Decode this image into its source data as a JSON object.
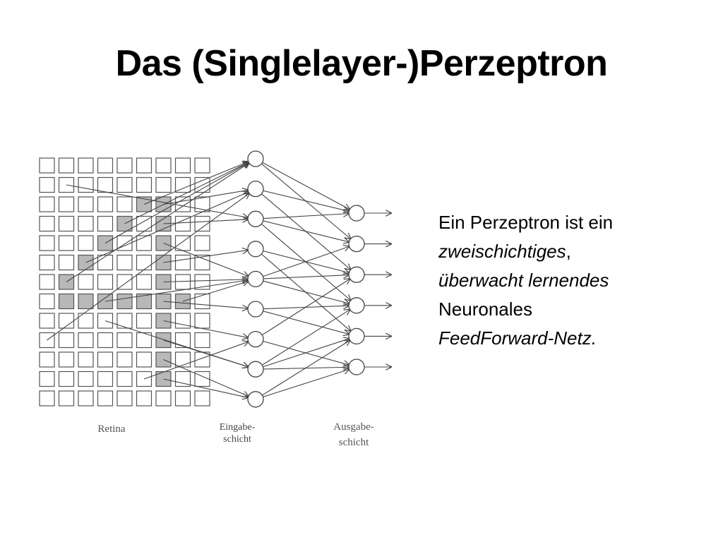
{
  "slide": {
    "title": "Das (Singlelayer-)Perzeptron"
  },
  "diagram": {
    "labels": {
      "retina": "Retina",
      "input_layer_line1": "Eingabe-",
      "input_layer_line2": "schicht",
      "output_layer_line1": "Ausgabe-",
      "output_layer_line2": "schicht"
    },
    "retina_grid": {
      "rows": 13,
      "cols": 9
    },
    "shaded_cells": [
      [
        2,
        5
      ],
      [
        2,
        6
      ],
      [
        3,
        4
      ],
      [
        3,
        6
      ],
      [
        4,
        3
      ],
      [
        4,
        6
      ],
      [
        5,
        2
      ],
      [
        5,
        6
      ],
      [
        6,
        1
      ],
      [
        6,
        6
      ],
      [
        7,
        1
      ],
      [
        7,
        2
      ],
      [
        7,
        3
      ],
      [
        7,
        4
      ],
      [
        7,
        5
      ],
      [
        7,
        6
      ],
      [
        7,
        7
      ],
      [
        8,
        6
      ],
      [
        9,
        6
      ],
      [
        10,
        6
      ],
      [
        11,
        6
      ]
    ],
    "input_neuron_count": 9,
    "output_neuron_count": 6,
    "colors": {
      "shaded": "#b8b8b8",
      "stroke": "#444444"
    }
  },
  "description": {
    "line1": "Ein Perzeptron ist ein",
    "line2_italic": "zweischichtiges",
    "line2_suffix": ",",
    "line3_italic": "überwacht lernendes",
    "line4": "Neuronales",
    "line5_italic": "FeedForward-Netz."
  }
}
